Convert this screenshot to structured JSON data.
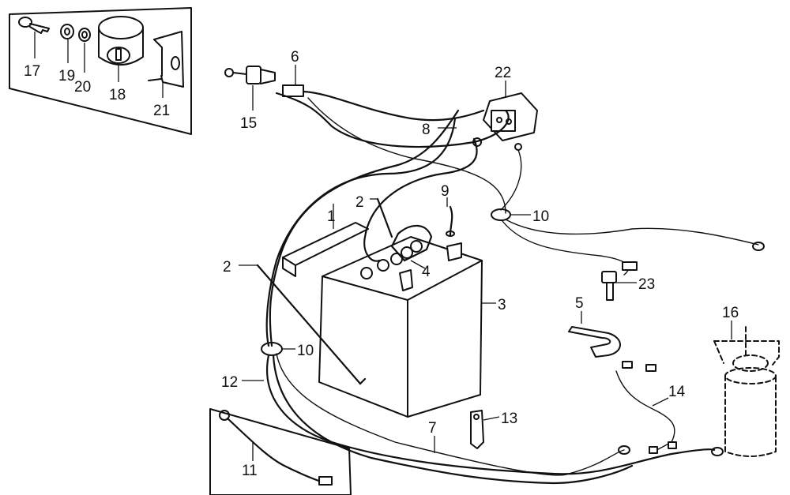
{
  "diagram": {
    "callouts": {
      "c1": "1",
      "c2a": "2",
      "c2b": "2",
      "c3": "3",
      "c4": "4",
      "c5": "5",
      "c6": "6",
      "c7": "7",
      "c8": "8",
      "c9": "9",
      "c10a": "10",
      "c10b": "10",
      "c11": "11",
      "c12": "12",
      "c13": "13",
      "c14": "14",
      "c15": "15",
      "c16": "16",
      "c17": "17",
      "c18": "18",
      "c19": "19",
      "c20": "20",
      "c21": "21",
      "c22": "22",
      "c23": "23"
    },
    "colors": {
      "line": "#111111",
      "background": "#ffffff"
    }
  }
}
